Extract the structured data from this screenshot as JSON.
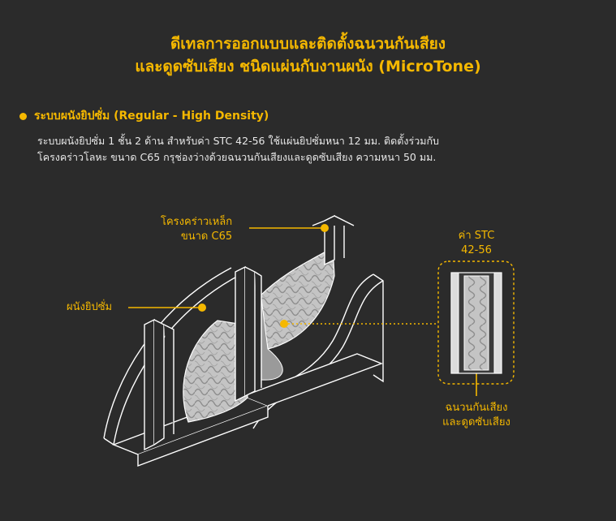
{
  "title": {
    "line1": "ดีเทลการออกแบบและติดตั้งฉนวนกันเสียง",
    "line2": "และดูดซับเสียง ชนิดแผ่นกับงานผนัง (MicroTone)"
  },
  "section": {
    "bullet_label": "ระบบผนังยิปซั่ม (Regular - High Density)"
  },
  "description": {
    "line1": "ระบบผนังยิปซั่ม 1 ชั้น 2 ด้าน สำหรับค่า STC 42-56 ใช้แผ่นยิปซั่มหนา 12 มม. ติดตั้งร่วมกับ",
    "line2": "โครงคร่าวโลหะ ขนาด C65 กรุช่องว่างด้วยฉนวนกันเสียงและดูดซับเสียง ความหนา 50 มม."
  },
  "labels": {
    "frame_line1": "โครงคร่าวเหล็ก",
    "frame_line2": "ขนาด C65",
    "gypsum": "ผนังยิปซั่ม",
    "stc_line1": "ค่า STC",
    "stc_line2": "42-56",
    "insulation_line1": "ฉนวนกันเสียง",
    "insulation_line2": "และดูดซับเสียง"
  },
  "colors": {
    "accent": "#f5b800",
    "background": "#2b2b2b",
    "insulation": "#bdbdbd"
  }
}
